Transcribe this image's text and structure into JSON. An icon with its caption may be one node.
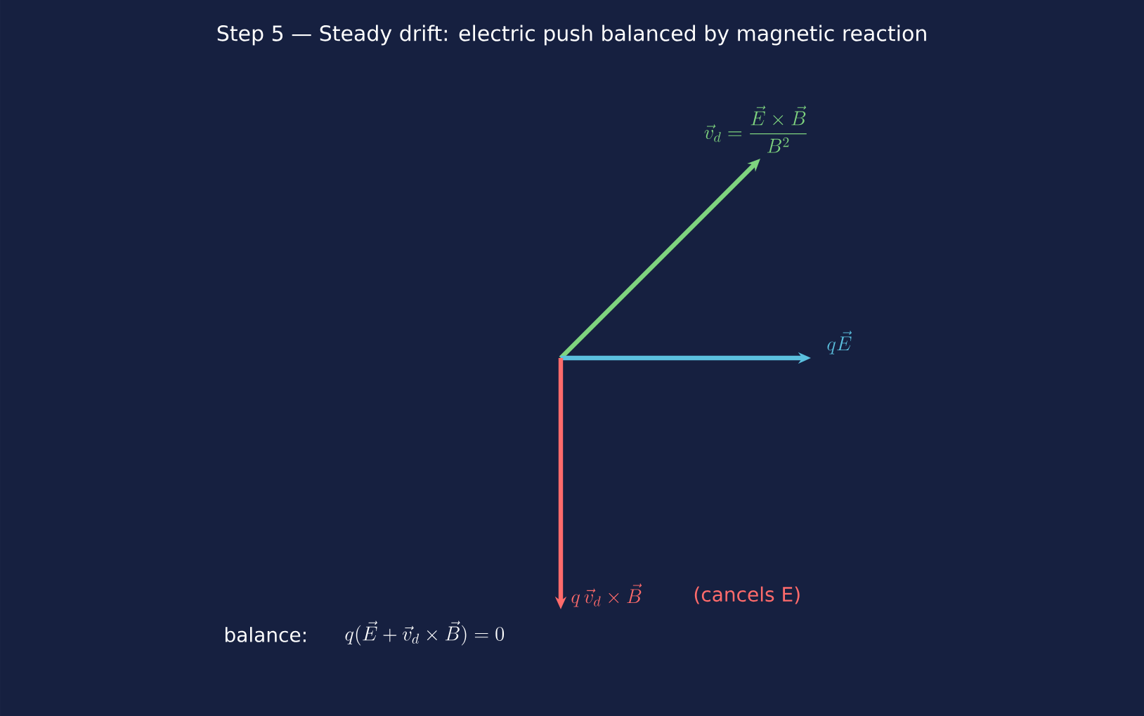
{
  "diagram": {
    "title": "Step 5 — Steady drift: electric push balanced by magnetic reaction",
    "labels": [
      "\\vec{v}_d = \\dfrac{\\vec{E}\\times\\vec{B}}{B^2}",
      "q\\vec{E}",
      "q\\,\\vec{v}_d\\times\\vec{B}",
      "(cancels E)",
      "balance:",
      "q(\\vec{E}+\\vec{v}_d\\times\\vec{B})=0"
    ]
  }
}
